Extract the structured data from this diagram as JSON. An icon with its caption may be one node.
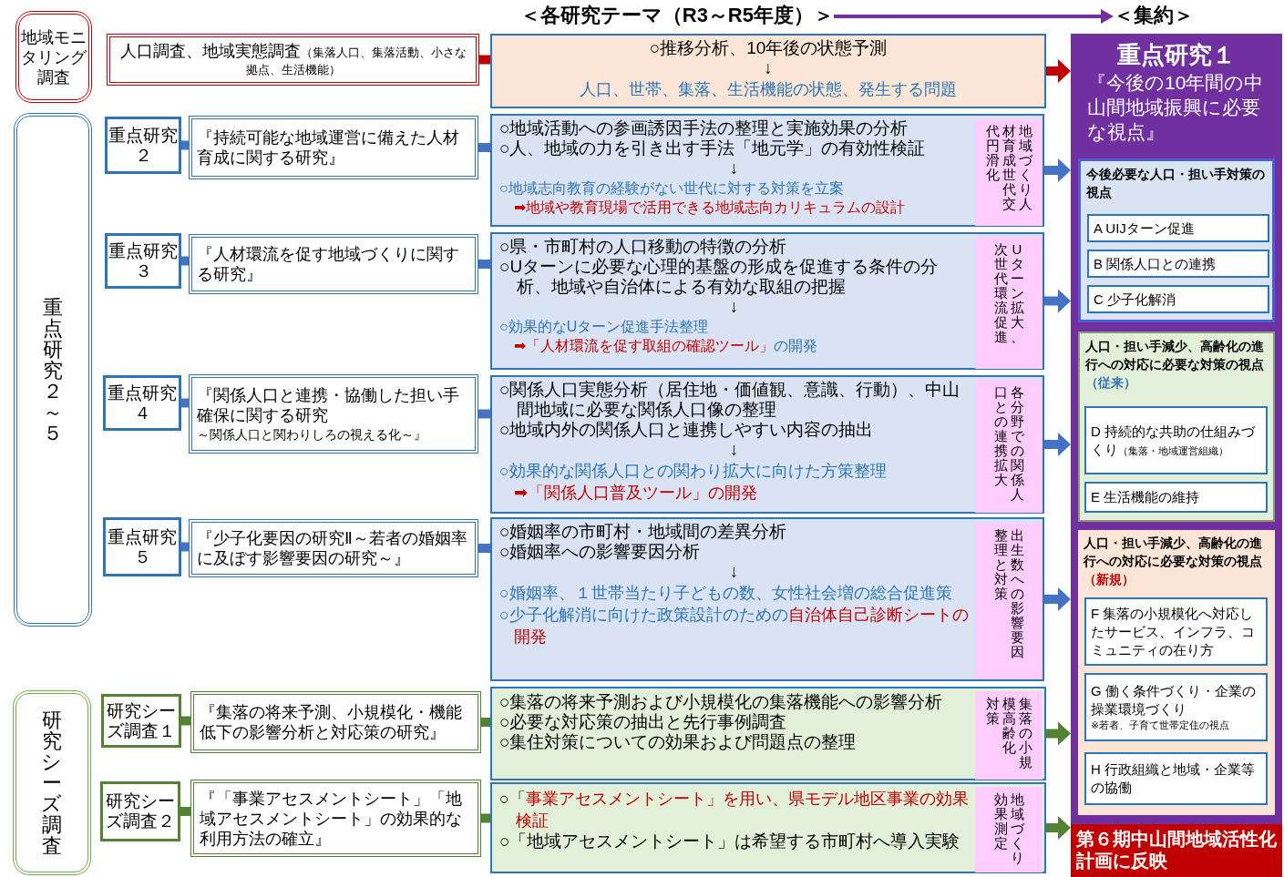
{
  "diagram": {
    "nodes": [
      {
        "text": [
          "＜各研究テーマ（R3～R5年度）＞"
        ]
      },
      {
        "text": [
          "＜集約＞"
        ]
      },
      {
        "text": [
          "地域モニタリング調査"
        ]
      },
      {
        "text": [
          "人口調査、地域実態調査",
          "（集落人口、集落活動、小さな拠点、生活機能）"
        ]
      },
      {
        "text": [
          "○推移分析、10年後の状態予測",
          "↓",
          "人口、世帯、集落、生活機能の状態、発生する問題"
        ]
      },
      {
        "text": [
          "重点研究２～５"
        ]
      },
      {
        "text": [
          "重点研究２"
        ]
      },
      {
        "text": [
          "『持続可能な地域運営に備えた人材育成に関する研究』"
        ]
      },
      {
        "text": [
          "○地域活動への参画誘因手法の整理と実施効果の分析",
          "○人、地域の力を引き出す手法「地元学」の有効性検証",
          "↓",
          "○地域志向教育の経験がない世代に対する対策を立案",
          "➡地域や教育現場で活用できる地域志向カリキュラムの設計"
        ]
      },
      {
        "text": [
          "地域づくり人材育成世代交代円滑化"
        ],
        "in": 8
      },
      {
        "text": [
          "重点研究３"
        ]
      },
      {
        "text": [
          "『人材環流を促す地域づくりに関する研究』"
        ]
      },
      {
        "text": [
          "○県・市町村の人口移動の特徴の分析",
          "○Uターンに必要な心理的基盤の形成を促進する条件の分析、地域や自治体による有効な取組の把握",
          "↓",
          "○効果的なUターン促進手法整理",
          "➡「人材環流を促す取組の確認ツール」",
          "の開発"
        ]
      },
      {
        "text": [
          "Uターン拡大、次世代環流促進"
        ],
        "in": 12
      },
      {
        "text": [
          "重点研究４"
        ]
      },
      {
        "text": [
          "『関係人口と連携・協働した担い手確保に関する研究",
          "～関係人口と関わりしろの視える化～』"
        ]
      },
      {
        "text": [
          "○関係人口実態分析（居住地・価値観、意識、行動）、中山間地域に必要な関係人口像の整理",
          "○地域内外の関係人口と連携しやすい内容の抽出",
          "↓",
          "○効果的な関係人口との関わり拡大に向けた方策整理",
          "➡「関係人口普及ツール」の開発"
        ]
      },
      {
        "text": [
          "各分野での関係人口との連携拡大"
        ],
        "in": 16
      },
      {
        "text": [
          "重点研究５"
        ]
      },
      {
        "text": [
          "『少子化要因の研究Ⅱ～若者の婚姻率に及ぼす影響要因の研究～』"
        ]
      },
      {
        "text": [
          "○婚姻率の市町村・地域間の差異分析",
          "○婚姻率への影響要因分析",
          "↓",
          "○婚姻率、１世帯当たり子どもの数、女性社会増の総合促進策",
          "○少子化解消に向けた政策設計のための",
          "自治体自己診断シートの開発"
        ]
      },
      {
        "text": [
          "出生数への影響要因整理と対策"
        ],
        "in": 20
      },
      {
        "text": [
          "研究シーズ調査"
        ]
      },
      {
        "text": [
          "研究シーズ調査１"
        ]
      },
      {
        "text": [
          "『集落の将来予測、小規模化・機能低下の影響分析と対応策の研究』"
        ]
      },
      {
        "text": [
          "○集落の将来予測および小規模化の集落機能への影響分析",
          "○必要な対応策の抽出と先行事例調査",
          "○集住対策についての効果および問題点の整理"
        ]
      },
      {
        "text": [
          "集落の小規模高齢化対策"
        ],
        "in": 25
      },
      {
        "text": [
          "研究シーズ調査２"
        ]
      },
      {
        "text": [
          "『「事業アセスメントシート」「地域アセスメントシート」の効果的な利用方法の確立』"
        ]
      },
      {
        "text": [
          "○「事業アセスメントシート」を用い、県モデル地区事業の効果検証",
          "○「地域アセスメントシート」は希望する市町村へ導入実験"
        ]
      },
      {
        "text": [
          "地域づくり効果測定"
        ],
        "in": 29
      },
      {
        "text": [
          "重点研究１",
          "『今後の10年間の中山間地域振興に必要な視点』"
        ]
      },
      {
        "text": [
          "今後必要な人口・担い手対策の視点"
        ],
        "in": 31
      },
      {
        "text": [
          "A UIJターン促進"
        ],
        "in": 32
      },
      {
        "text": [
          "B 関係人口との連携"
        ],
        "in": 32
      },
      {
        "text": [
          "C 少子化解消"
        ],
        "in": 32
      },
      {
        "text": [
          "人口・担い手減少、高齢化の進行への対応に必要な対策の視点",
          "（従来）"
        ],
        "in": 31
      },
      {
        "text": [
          "D 持続的な共助の仕組みづくり",
          "（集落・地域運営組織）"
        ],
        "in": 36
      },
      {
        "text": [
          "E 生活機能の維持"
        ],
        "in": 36
      },
      {
        "text": [
          "人口・担い手減少、高齢化の進行への対応に必要な対策の視点",
          "（新規）"
        ],
        "in": 31
      },
      {
        "text": [
          "F 集落の小規模化へ対応したサービス、インフラ、コミュニティの在り方"
        ],
        "in": 39
      },
      {
        "text": [
          "G 働く条件づくり・企業の操業環境づくり",
          "※若者、子育て世帯定住の視点"
        ],
        "in": 39
      },
      {
        "text": [
          "H 行政組織と地域・企業等の協働"
        ],
        "in": 39
      },
      {
        "text": [
          "第６期中山間地域活性化計画に反映"
        ],
        "in": 31
      }
    ],
    "edges": [
      {
        "from": 0,
        "to": 1,
        "arrow": "to",
        "color": "#7030a0"
      },
      {
        "from": 3,
        "to": 4,
        "arrow": "none",
        "color": "#c00000"
      },
      {
        "from": 4,
        "to": 31,
        "arrow": "to",
        "color": "#c00000"
      },
      {
        "from": 6,
        "to": 7,
        "arrow": "none"
      },
      {
        "from": 7,
        "to": 8,
        "arrow": "none"
      },
      {
        "from": 8,
        "to": 31,
        "arrow": "to"
      },
      {
        "from": 10,
        "to": 11,
        "arrow": "none"
      },
      {
        "from": 11,
        "to": 12,
        "arrow": "none"
      },
      {
        "from": 12,
        "to": 31,
        "arrow": "to"
      },
      {
        "from": 14,
        "to": 15,
        "arrow": "none"
      },
      {
        "from": 15,
        "to": 16,
        "arrow": "none"
      },
      {
        "from": 16,
        "to": 31,
        "arrow": "to"
      },
      {
        "from": 18,
        "to": 19,
        "arrow": "none"
      },
      {
        "from": 19,
        "to": 20,
        "arrow": "none"
      },
      {
        "from": 20,
        "to": 31,
        "arrow": "to"
      },
      {
        "from": 23,
        "to": 24,
        "arrow": "none",
        "color": "#548235"
      },
      {
        "from": 24,
        "to": 25,
        "arrow": "none",
        "color": "#548235"
      },
      {
        "from": 25,
        "to": 31,
        "arrow": "to",
        "color": "#548235"
      },
      {
        "from": 27,
        "to": 28,
        "arrow": "none",
        "color": "#548235"
      },
      {
        "from": 28,
        "to": 29,
        "arrow": "none",
        "color": "#548235"
      },
      {
        "from": 29,
        "to": 31,
        "arrow": "to",
        "color": "#548235"
      }
    ]
  }
}
